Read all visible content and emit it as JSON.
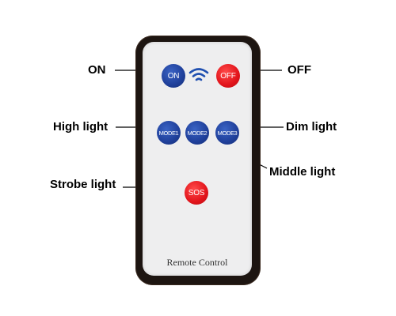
{
  "remote": {
    "brand_text": "Remote Control",
    "buttons": {
      "on": "ON",
      "off": "OFF",
      "mode1": "MODE1",
      "mode2": "MODE2",
      "mode3": "MODE3",
      "sos": "SOS"
    }
  },
  "callouts": {
    "on": "ON",
    "off": "OFF",
    "high_light": "High light",
    "dim_light": "Dim light",
    "middle_light": "Middle light",
    "strobe_light": "Strobe light"
  },
  "icons": {
    "signal": "wifi-signal-icon"
  },
  "colors": {
    "blue_button": "#1f3f9a",
    "red_button": "#e2141b",
    "remote_body": "#1d1511"
  }
}
